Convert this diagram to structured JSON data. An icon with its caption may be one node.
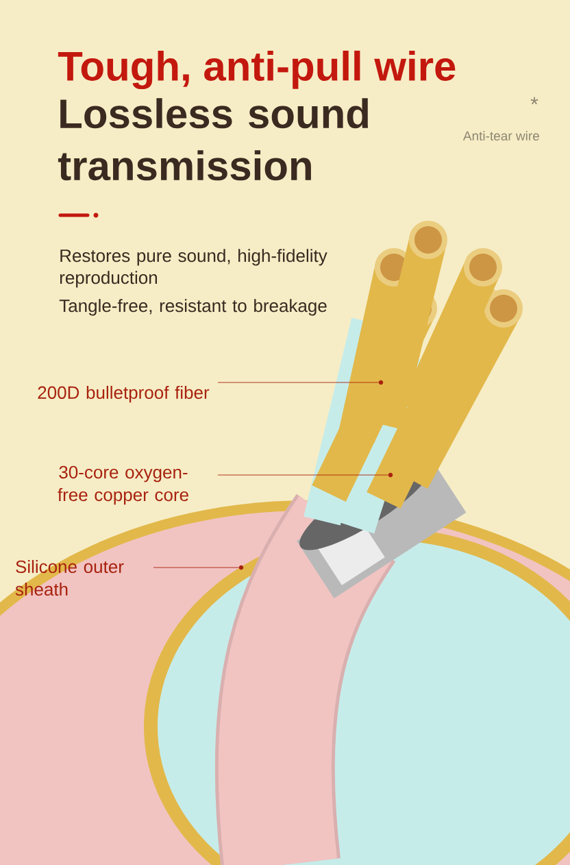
{
  "diagram": {
    "title": "Tough, anti-pull wire",
    "nodes": [
      {
        "text": [
          "200D bulletproof fiber"
        ]
      },
      {
        "text": [
          "30-core oxygen-free copper core"
        ]
      },
      {
        "text": [
          "Silicone outer sheath"
        ]
      },
      {
        "text": [],
        "shape": "circle"
      },
      {
        "text": [],
        "shape": "circle"
      },
      {
        "text": [],
        "shape": "circle"
      }
    ],
    "edges": [
      {
        "from": 0,
        "to": 3,
        "arrow": "none"
      },
      {
        "from": 1,
        "to": 4,
        "arrow": "none"
      },
      {
        "from": 2,
        "to": 5,
        "arrow": "none"
      }
    ],
    "labels": [
      "Lossless sound transmission",
      "*",
      "Anti-tear wire",
      "Restores pure sound, high-fidelity reproduction",
      "Tangle-free, resistant to breakage"
    ]
  }
}
